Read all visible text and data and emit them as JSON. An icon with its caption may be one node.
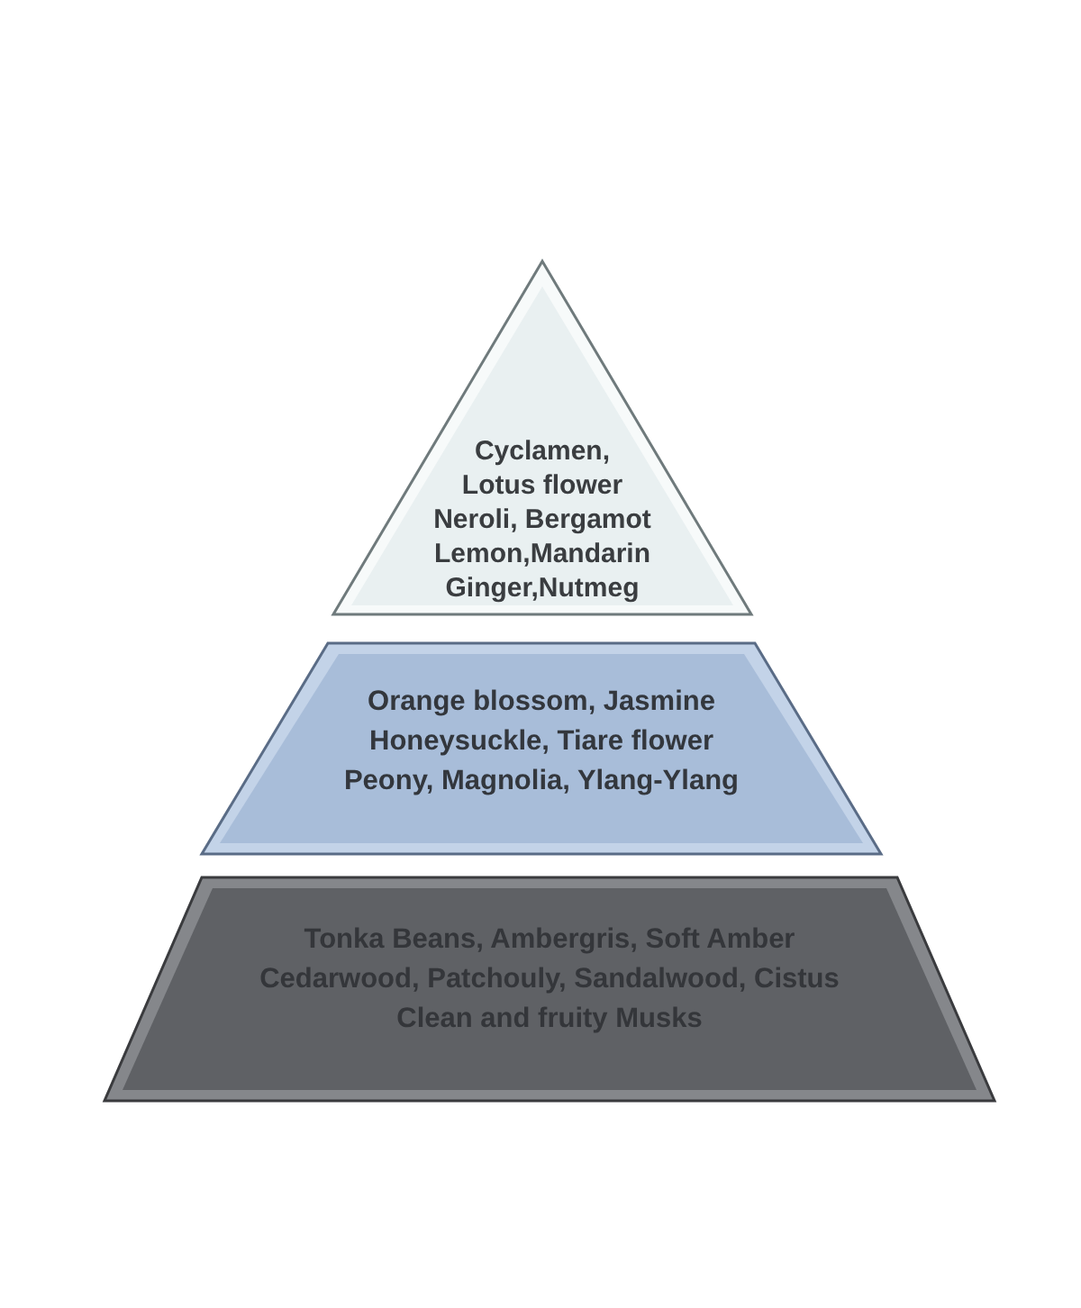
{
  "diagram": {
    "nodes": [
      {
        "text": [
          "Cyclamen,",
          "Lotus flower",
          "Neroli, Bergamot",
          "Lemon,Mandarin",
          "Ginger,Nutmeg"
        ]
      },
      {
        "text": [
          "Orange blossom, Jasmine",
          "Honeysuckle, Tiare flower",
          "Peony, Magnolia, Ylang-Ylang"
        ]
      },
      {
        "text": [
          "Tonka Beans, Ambergris, Soft Amber",
          "Cedarwood, Patchouly, Sandalwood, Cistus",
          "Clean and fruity Musks"
        ]
      }
    ]
  }
}
